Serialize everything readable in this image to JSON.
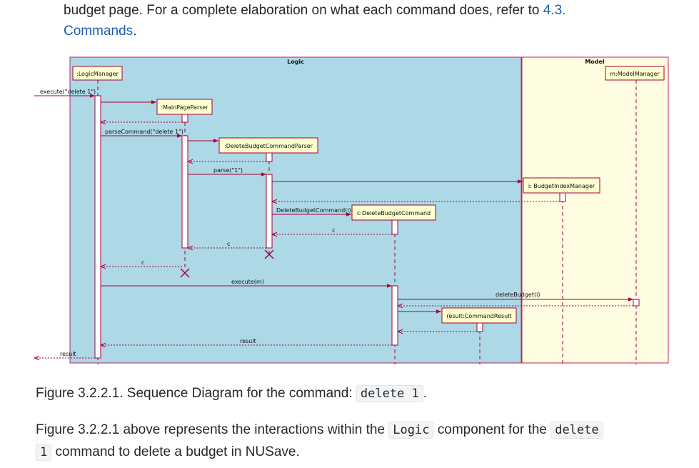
{
  "intro": {
    "line1_text": "budget page. For a complete elaboration on what each command does, refer to ",
    "line1_link": "4.3.",
    "line2_link": "Commands",
    "line2_tail": "."
  },
  "diagram": {
    "boxes": {
      "logic": "Logic",
      "model": "Model"
    },
    "participants": {
      "logic_manager": ":LogicManager",
      "main_page_parser": ":MainPageParser",
      "delete_budget_command_parser": ":DeleteBudgetCommandParser",
      "delete_budget_command": "c:DeleteBudgetCommand",
      "command_result": "result:CommandResult",
      "budget_index_manager": "i: BudgetIndexManager",
      "model_manager": "m:ModelManager"
    },
    "messages": {
      "execute_delete": "execute(\"delete 1\")",
      "parse_command": "parseCommand(\"delete 1\")",
      "parse_1": "parse(\"1\")",
      "new_delete_command": "DeleteBudgetCommand(i)",
      "return_c_1": "c",
      "return_c_2": "c",
      "execute_m": "execute(m)",
      "delete_budget": "deleteBudget(i)",
      "result_1": "result",
      "result_2": "result"
    }
  },
  "caption": {
    "text": "Figure 3.2.2.1. Sequence Diagram for the command: ",
    "code": "delete 1",
    "tail": "."
  },
  "body": {
    "part1": "Figure 3.2.2.1 above represents the interactions within the ",
    "code1": "Logic",
    "part2": " component for the ",
    "code2a": "delete",
    "code2b": "1",
    "part3": " command to delete a budget in NUSave."
  },
  "colors": {
    "logic_box": "#add8e6",
    "model_box": "#fffde1",
    "box_border": "#c0245c",
    "participant_fill": "#fefece",
    "arrow": "#a80036",
    "link": "#1a5fb4"
  }
}
